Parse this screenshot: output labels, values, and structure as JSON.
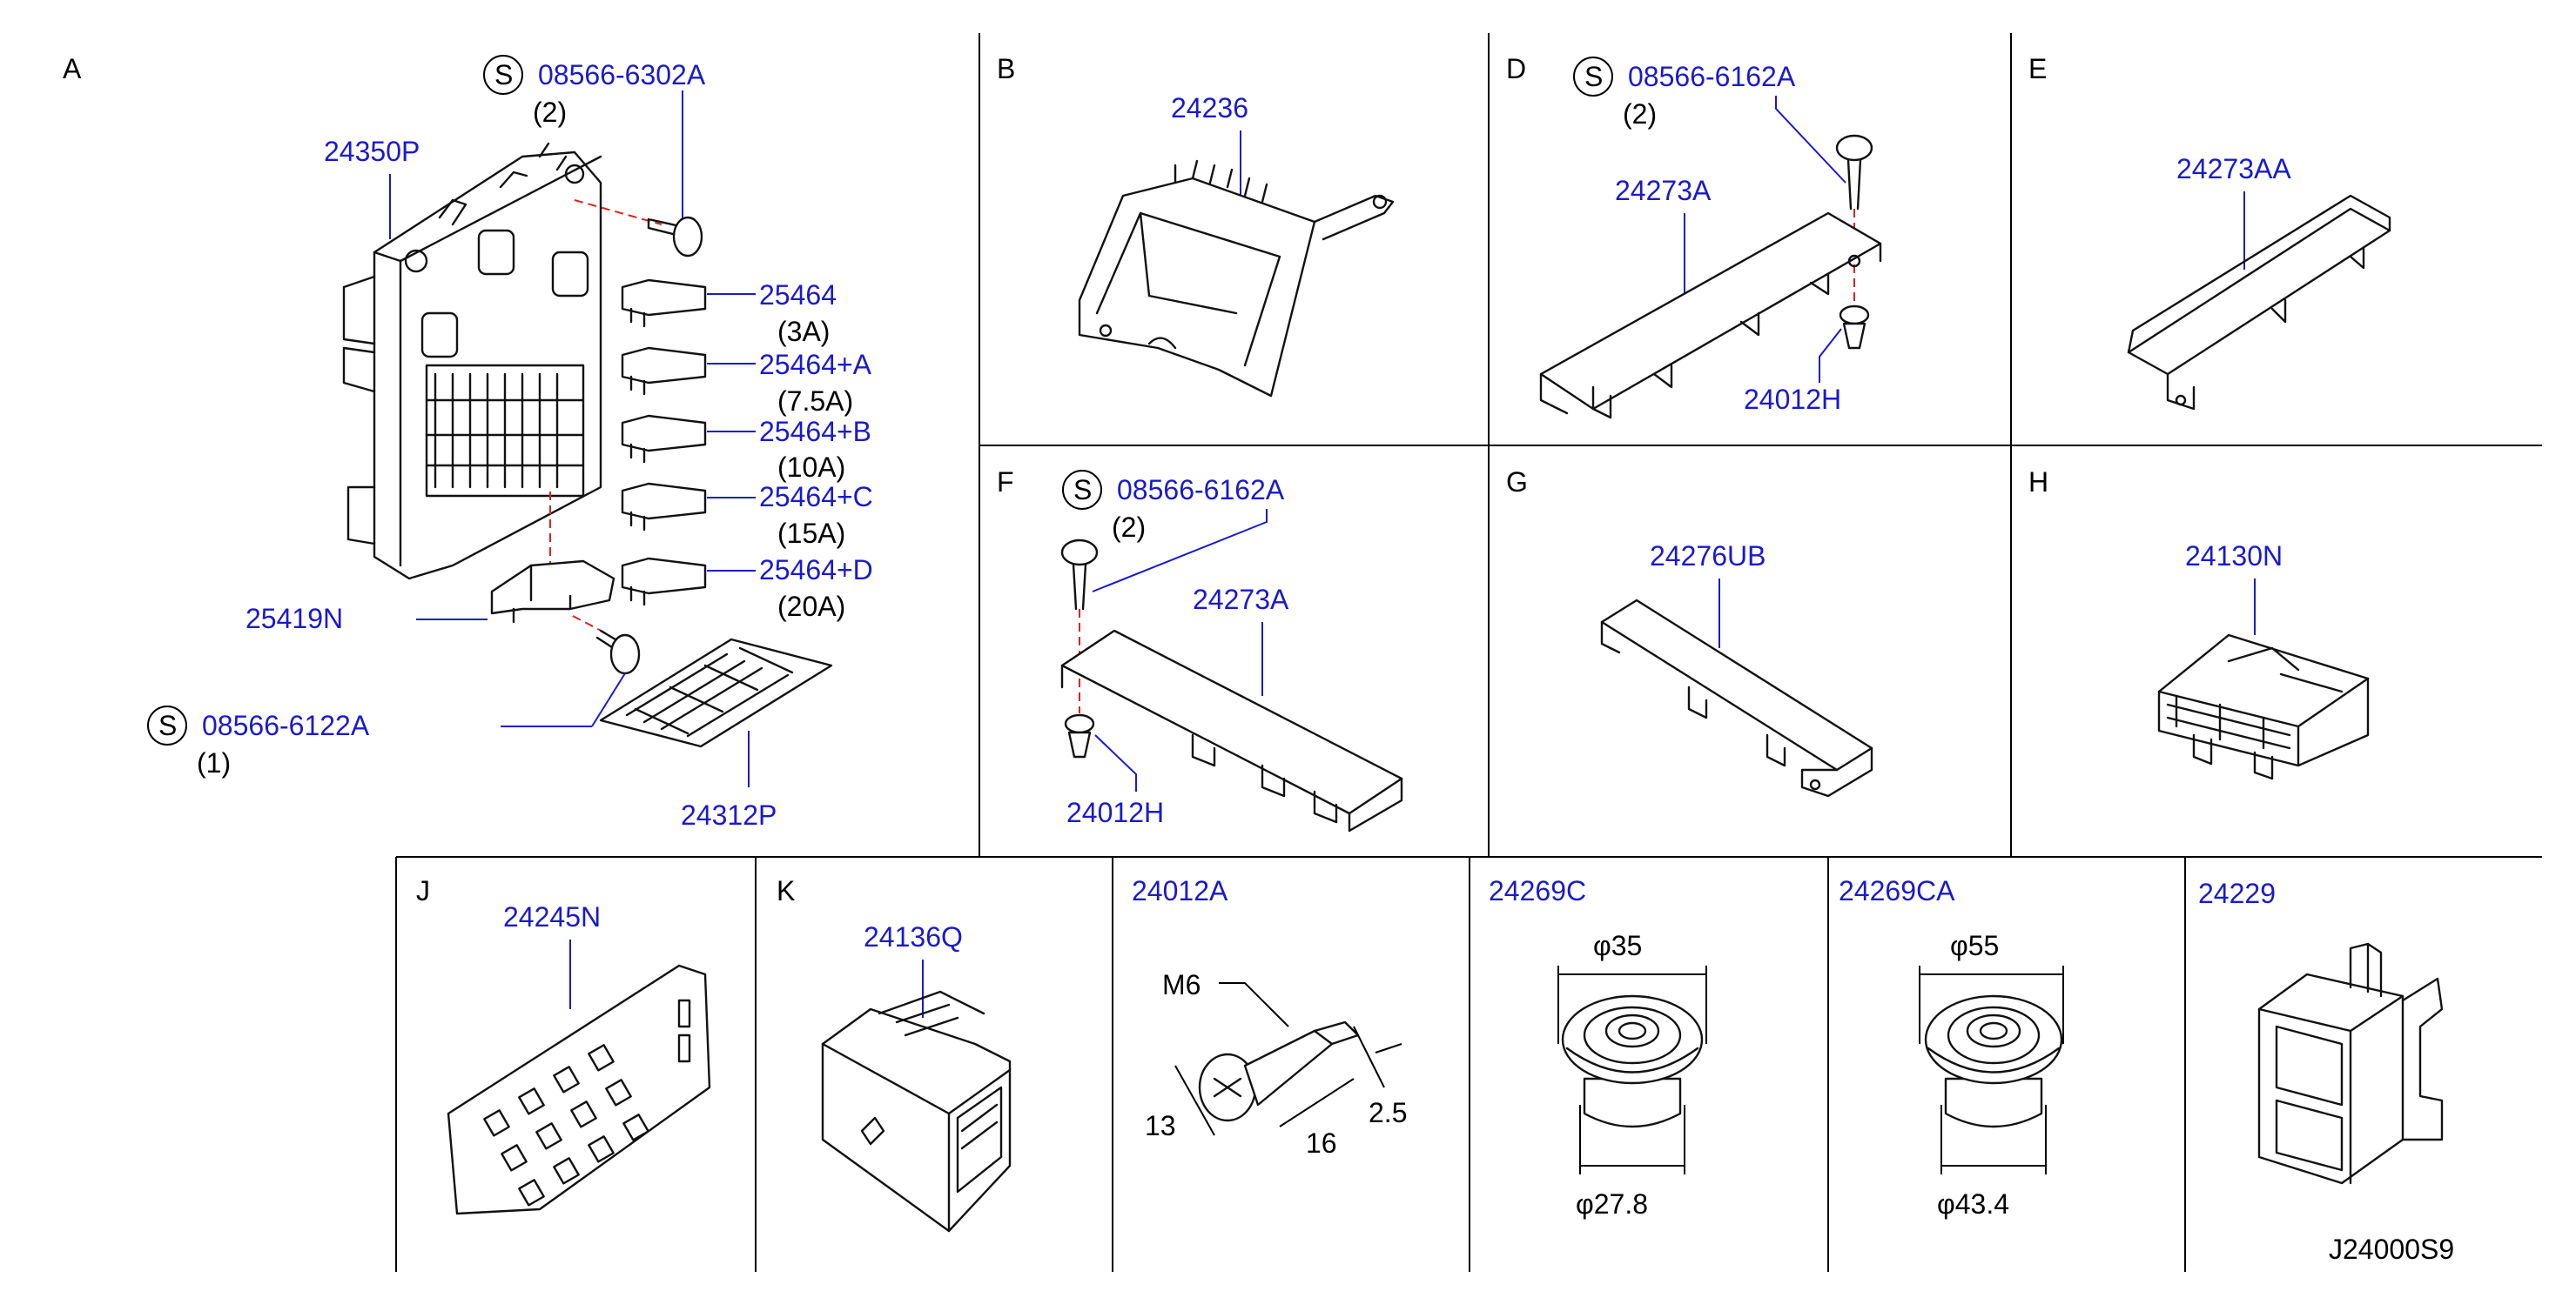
{
  "panels": {
    "A": {
      "letter": "A",
      "screw": {
        "symbol": "S",
        "pn": "08566-6302A",
        "qty": "(2)"
      },
      "pn_24350P": "24350P",
      "fuses": [
        {
          "pn": "25464",
          "rating": "(3A)"
        },
        {
          "pn": "25464+A",
          "rating": "(7.5A)"
        },
        {
          "pn": "25464+B",
          "rating": "(10A)"
        },
        {
          "pn": "25464+C",
          "rating": "(15A)"
        },
        {
          "pn": "25464+D",
          "rating": "(20A)"
        }
      ],
      "pn_25419N": "25419N",
      "screw2": {
        "symbol": "S",
        "pn": "08566-6122A",
        "qty": "(1)"
      },
      "pn_24312P": "24312P"
    },
    "B": {
      "letter": "B",
      "pn": "24236"
    },
    "D": {
      "letter": "D",
      "screw": {
        "symbol": "S",
        "pn": "08566-6162A",
        "qty": "(2)"
      },
      "pn": "24273A",
      "clip": "24012H"
    },
    "E": {
      "letter": "E",
      "pn": "24273AA"
    },
    "F": {
      "letter": "F",
      "screw": {
        "symbol": "S",
        "pn": "08566-6162A",
        "qty": "(2)"
      },
      "pn": "24273A",
      "clip": "24012H"
    },
    "G": {
      "letter": "G",
      "pn": "24276UB"
    },
    "H": {
      "letter": "H",
      "pn": "24130N"
    },
    "J": {
      "letter": "J",
      "pn": "24245N"
    },
    "K": {
      "letter": "K",
      "pn": "24136Q"
    },
    "bolt": {
      "pn": "24012A",
      "thread": "M6",
      "dims": [
        "13",
        "16",
        "2.5"
      ]
    },
    "g1": {
      "pn": "24269C",
      "top": "φ35",
      "bottom": "φ27.8"
    },
    "g2": {
      "pn": "24269CA",
      "top": "φ55",
      "bottom": "φ43.4"
    },
    "last": {
      "pn": "24229"
    }
  },
  "footer_code": "J24000S9"
}
